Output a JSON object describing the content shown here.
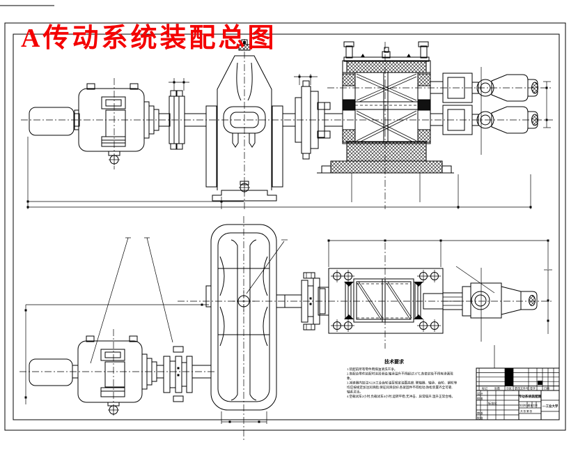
{
  "title": {
    "text": "A传动系统装配总图",
    "color": "#f40000"
  },
  "notes": {
    "heading": "技术要求",
    "lines": [
      "1.装配前所有零件用煤油清洗干净。",
      "2.各配合零件装配时涂润滑油,轴承温升不得超过35℃,各密封处不得有渗漏现",
      "象。",
      "3.减速器内加注N220工业齿轮油至规定油面高度, 联轴器、轴承、齿轮、蜗轮等",
      "均应按规定加注润滑脂,保证润滑良好,各紧固件不得松动,防松装置齐全可靠,",
      "轴系灵活。",
      "4.空载试车2小时,负载试车4小时,运转平稳,无冲击、异常噪声,温升正常合格。"
    ]
  },
  "title_block": {
    "drawing_name": "传动系统装配图",
    "org_name": "××工业大学",
    "revision_row": {
      "mark": "标记",
      "count": "处数",
      "zone": "分区",
      "change_doc": "更改文件号",
      "signature": "签字",
      "date": "日期"
    },
    "left_labels": {
      "design": "设计",
      "check": "校核",
      "standard": "标准化",
      "review": "审核",
      "approve": "批准"
    },
    "fields": {
      "stage": "阶段标记",
      "weight": "重量",
      "scale": "比例",
      "sheet": "共 张 第 张"
    }
  },
  "colors": {
    "line": "#000000",
    "background": "#ffffff",
    "accent": "#f40000"
  }
}
